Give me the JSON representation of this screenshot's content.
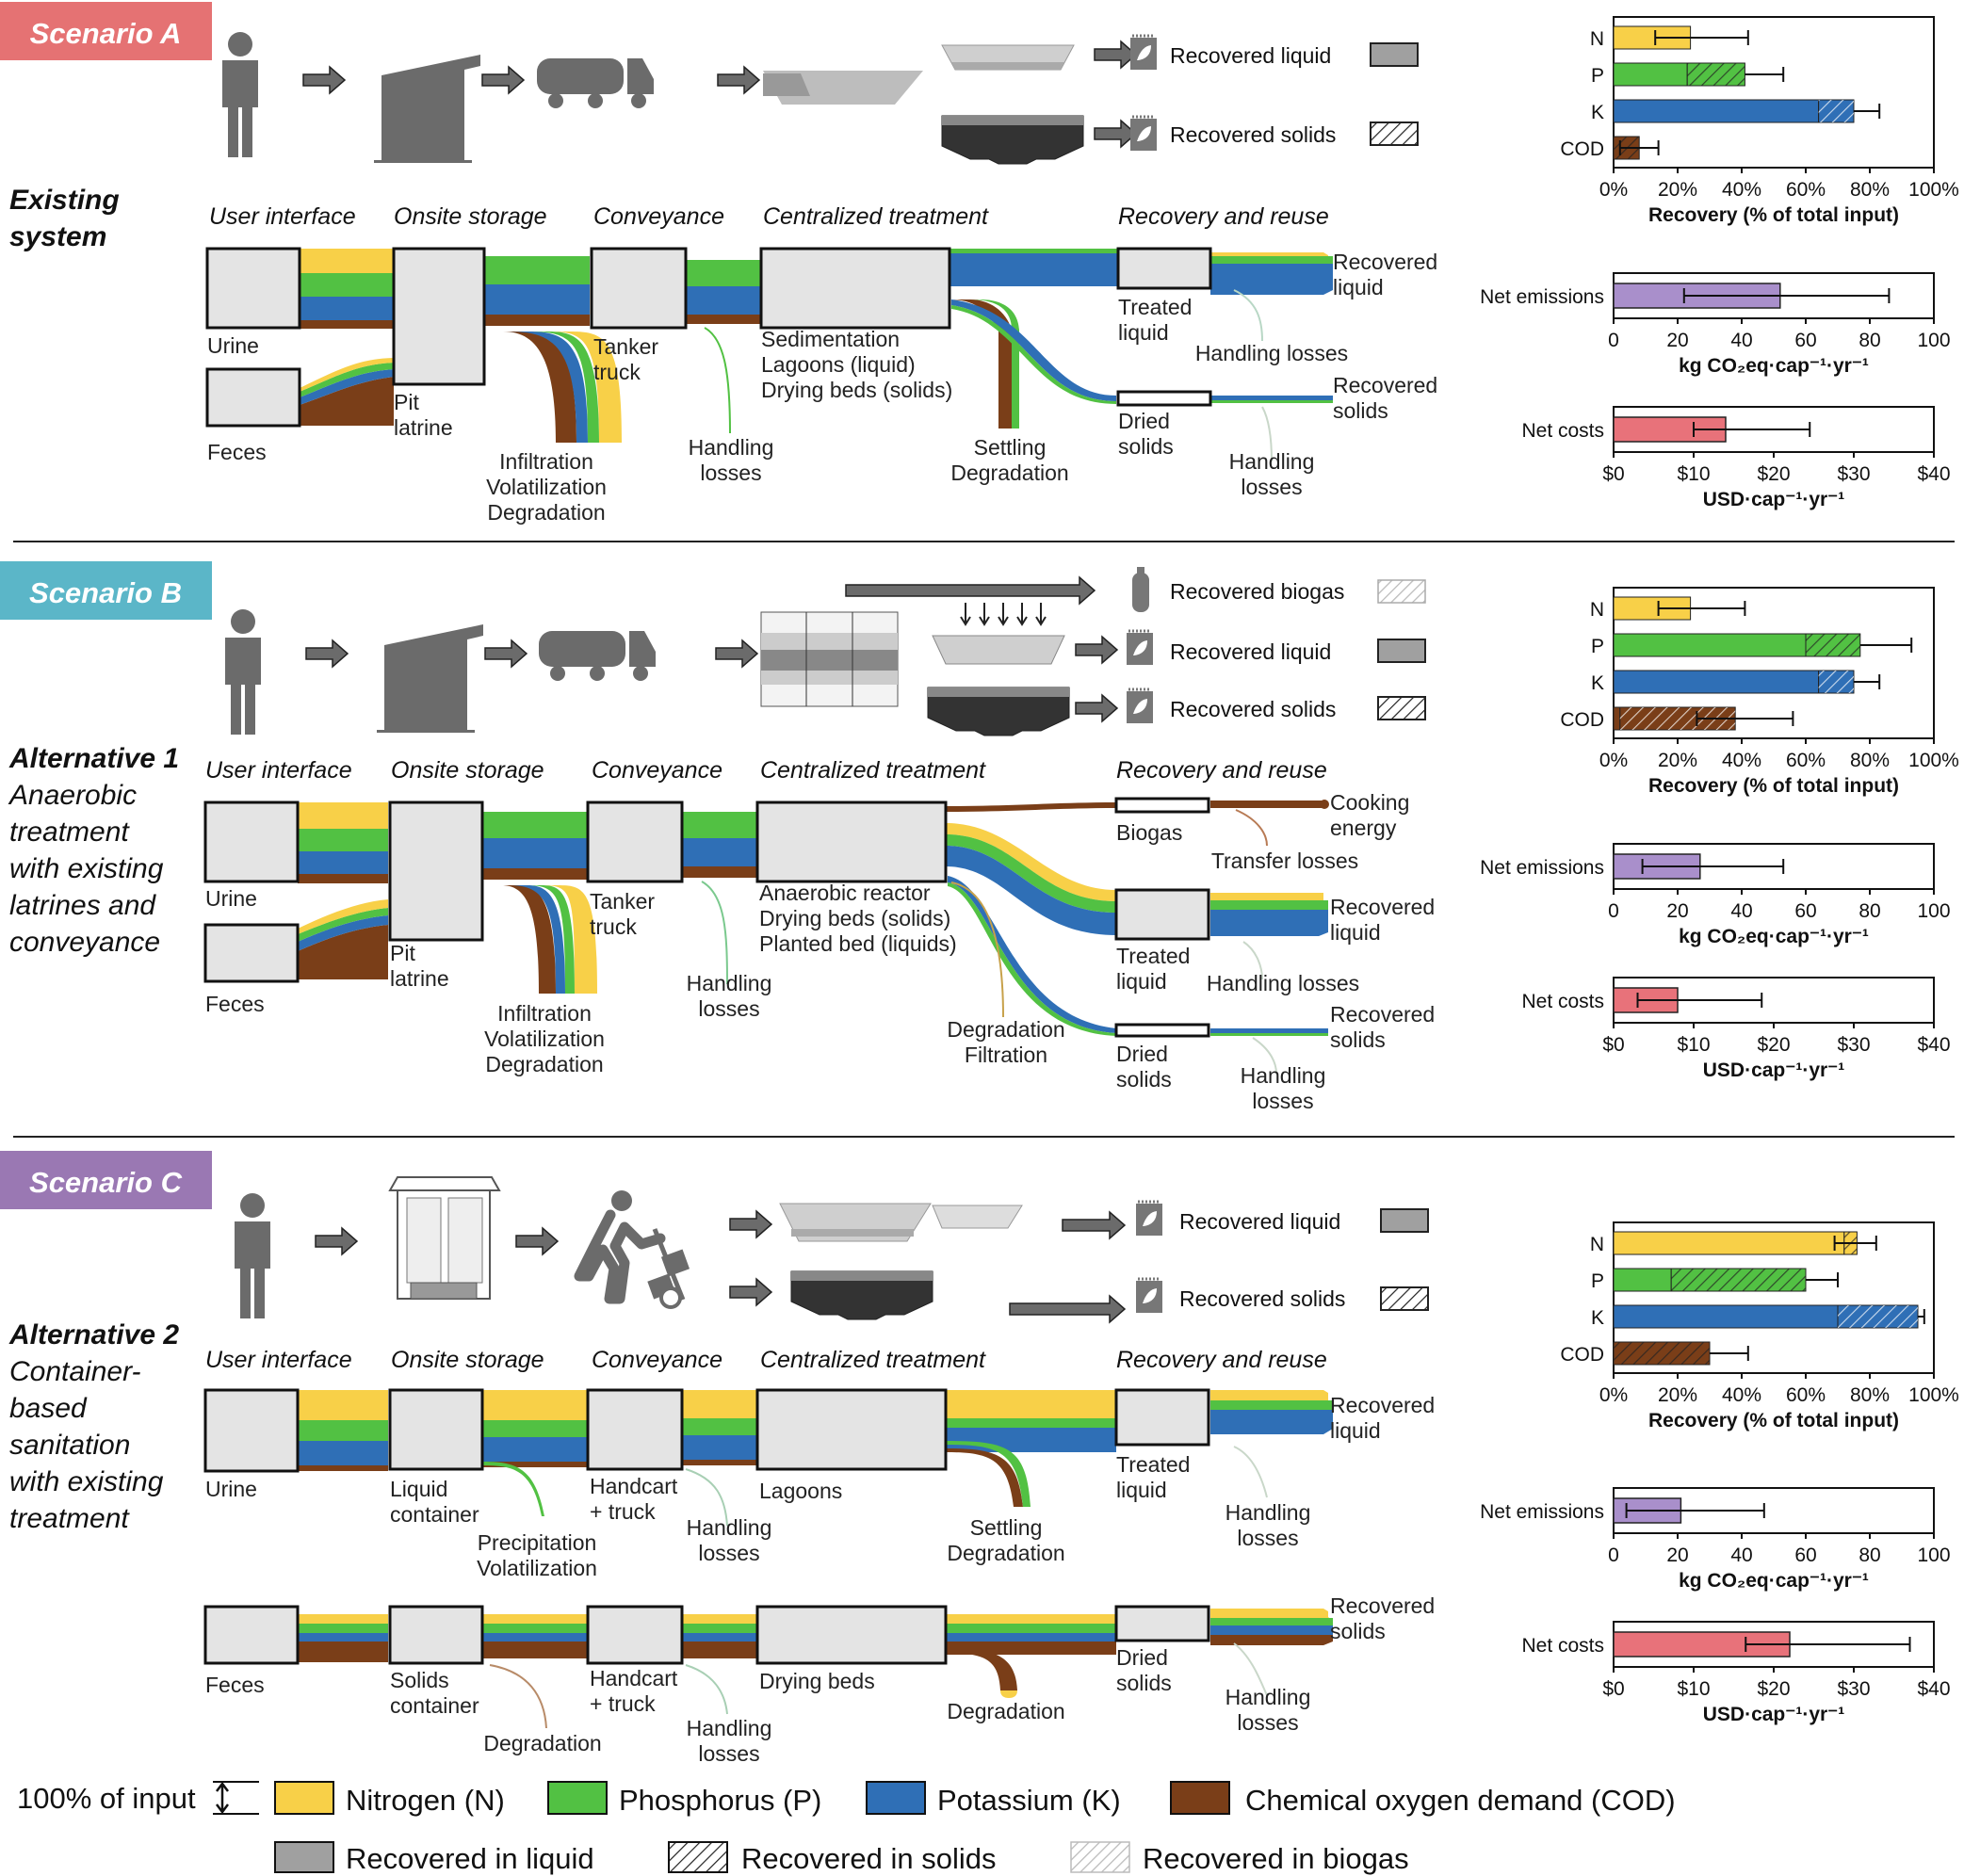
{
  "colors": {
    "N": "#f8d048",
    "P": "#52c143",
    "K": "#2f6fb6",
    "COD": "#7a3e18",
    "box": "#e4e4e4",
    "gray": "#6b6b6b",
    "A": "#e57273",
    "B": "#5bb6c8",
    "C": "#9a78b3",
    "emis": "#a98fcb",
    "cost": "#e8727a"
  },
  "scenarios": [
    {
      "badge": "Scenario A",
      "system": [
        "Existing",
        "system"
      ],
      "system_italic": [],
      "stages": [
        "User interface",
        "Onsite storage",
        "Conveyance",
        "Centralized treatment",
        "Recovery and reuse"
      ],
      "labels": {
        "urine": "Urine",
        "feces": "Feces",
        "storage": [
          "Pit",
          "latrine"
        ],
        "storage_loss": [
          "Infiltration",
          "Volatilization",
          "Degradation"
        ],
        "conv": [
          "Tanker",
          "truck"
        ],
        "conv_loss": [
          "Handling",
          "losses"
        ],
        "treat": [
          "Sedimentation",
          "Lagoons (liquid)",
          "Drying beds (solids)"
        ],
        "treat_loss": [
          "Settling",
          "Degradation"
        ],
        "liq": [
          "Treated",
          "liquid"
        ],
        "liq_loss": "Handling losses",
        "sol": [
          "Dried",
          "solids"
        ],
        "sol_loss": [
          "Handling",
          "losses"
        ],
        "out_liq": [
          "Recovered",
          "liquid"
        ],
        "out_sol": [
          "Recovered",
          "solids"
        ]
      },
      "products": [
        "Recovered liquid",
        "Recovered solids"
      ]
    },
    {
      "badge": "Scenario B",
      "system": [
        "Alternative 1"
      ],
      "system_italic": [
        "Anaerobic",
        "treatment",
        "with existing",
        "latrines and",
        "conveyance"
      ],
      "stages": [
        "User interface",
        "Onsite storage",
        "Conveyance",
        "Centralized treatment",
        "Recovery and reuse"
      ],
      "labels": {
        "urine": "Urine",
        "feces": "Feces",
        "storage": [
          "Pit",
          "latrine"
        ],
        "storage_loss": [
          "Infiltration",
          "Volatilization",
          "Degradation"
        ],
        "conv": [
          "Tanker",
          "truck"
        ],
        "conv_loss": [
          "Handling",
          "losses"
        ],
        "treat": [
          "Anaerobic reactor",
          "Drying beds (solids)",
          "Planted bed (liquids)"
        ],
        "treat_loss": [
          "Degradation",
          "Filtration"
        ],
        "gas": "Biogas",
        "gas_out": [
          "Cooking",
          "energy"
        ],
        "gas_loss": "Transfer losses",
        "liq": [
          "Treated",
          "liquid"
        ],
        "liq_loss": "Handling losses",
        "sol": [
          "Dried",
          "solids"
        ],
        "sol_loss": [
          "Handling",
          "losses"
        ],
        "out_liq": [
          "Recovered",
          "liquid"
        ],
        "out_sol": [
          "Recovered",
          "solids"
        ]
      },
      "products": [
        "Recovered biogas",
        "Recovered liquid",
        "Recovered solids"
      ]
    },
    {
      "badge": "Scenario C",
      "system": [
        "Alternative 2"
      ],
      "system_italic": [
        "Container-",
        "based",
        "sanitation",
        "with existing",
        "treatment"
      ],
      "stages": [
        "User interface",
        "Onsite storage",
        "Conveyance",
        "Centralized treatment",
        "Recovery and reuse"
      ],
      "labels": {
        "urine": "Urine",
        "liq_cont": [
          "Liquid",
          "container"
        ],
        "liq_cont_loss": [
          "Precipitation",
          "Volatilization"
        ],
        "conv": [
          "Handcart",
          "+ truck"
        ],
        "conv_loss": [
          "Handling",
          "losses"
        ],
        "lagoons": "Lagoons",
        "lag_loss": [
          "Settling",
          "Degradation"
        ],
        "liq": [
          "Treated",
          "liquid"
        ],
        "liq_loss": [
          "Handling",
          "losses"
        ],
        "out_liq": [
          "Recovered",
          "liquid"
        ],
        "feces": "Feces",
        "sol_cont": [
          "Solids",
          "container"
        ],
        "sol_cont_loss": "Degradation",
        "beds": "Drying beds",
        "beds_loss": "Degradation",
        "sol": [
          "Dried",
          "solids"
        ],
        "sol_loss": [
          "Handling",
          "losses"
        ],
        "out_sol": [
          "Recovered",
          "solids"
        ]
      },
      "products": [
        "Recovered liquid",
        "Recovered solids"
      ]
    }
  ],
  "chart_data": [
    {
      "scenario": "A",
      "type": "bar",
      "categories": [
        "N",
        "P",
        "K",
        "COD"
      ],
      "series": [
        {
          "name": "Recovered in liquid",
          "values": [
            24,
            23,
            64,
            0
          ]
        },
        {
          "name": "Recovered in solids",
          "values": [
            0,
            18,
            11,
            8
          ]
        }
      ],
      "error_low": [
        13,
        null,
        null,
        2
      ],
      "error_high": [
        42,
        53,
        83,
        14
      ],
      "xlabel": "Recovery (% of total input)",
      "xlim": [
        0,
        100
      ],
      "ticks": [
        "0%",
        "20%",
        "40%",
        "60%",
        "80%",
        "100%"
      ]
    },
    {
      "scenario": "A",
      "type": "bar",
      "categories": [
        "Net emissions"
      ],
      "values": [
        52
      ],
      "error_low": [
        22
      ],
      "error_high": [
        86
      ],
      "xlabel": "kg CO₂eq·cap⁻¹·yr⁻¹",
      "xlim": [
        0,
        100
      ],
      "ticks": [
        "0",
        "20",
        "40",
        "60",
        "80",
        "100"
      ]
    },
    {
      "scenario": "A",
      "type": "bar",
      "categories": [
        "Net costs"
      ],
      "values": [
        14
      ],
      "error_low": [
        10
      ],
      "error_high": [
        24.5
      ],
      "xlabel": "USD·cap⁻¹·yr⁻¹",
      "xlim": [
        0,
        40
      ],
      "ticks": [
        "$0",
        "$10",
        "$20",
        "$30",
        "$40"
      ]
    },
    {
      "scenario": "B",
      "type": "bar",
      "categories": [
        "N",
        "P",
        "K",
        "COD"
      ],
      "series": [
        {
          "name": "Recovered in liquid",
          "values": [
            24,
            60,
            64,
            2
          ]
        },
        {
          "name": "Recovered in solids",
          "values": [
            0,
            17,
            11,
            0
          ]
        },
        {
          "name": "Recovered in biogas",
          "values": [
            0,
            0,
            0,
            36
          ]
        }
      ],
      "error_low": [
        14,
        null,
        null,
        26
      ],
      "error_high": [
        41,
        93,
        83,
        56
      ],
      "xlabel": "Recovery (% of total input)",
      "xlim": [
        0,
        100
      ],
      "ticks": [
        "0%",
        "20%",
        "40%",
        "60%",
        "80%",
        "100%"
      ]
    },
    {
      "scenario": "B",
      "type": "bar",
      "categories": [
        "Net emissions"
      ],
      "values": [
        27
      ],
      "error_low": [
        9
      ],
      "error_high": [
        53
      ],
      "xlabel": "kg CO₂eq·cap⁻¹·yr⁻¹",
      "xlim": [
        0,
        100
      ],
      "ticks": [
        "0",
        "20",
        "40",
        "60",
        "80",
        "100"
      ]
    },
    {
      "scenario": "B",
      "type": "bar",
      "categories": [
        "Net costs"
      ],
      "values": [
        8
      ],
      "error_low": [
        3
      ],
      "error_high": [
        18.5
      ],
      "xlabel": "USD·cap⁻¹·yr⁻¹",
      "xlim": [
        0,
        40
      ],
      "ticks": [
        "$0",
        "$10",
        "$20",
        "$30",
        "$40"
      ]
    },
    {
      "scenario": "C",
      "type": "bar",
      "categories": [
        "N",
        "P",
        "K",
        "COD"
      ],
      "series": [
        {
          "name": "Recovered in liquid",
          "values": [
            72,
            18,
            70,
            0
          ]
        },
        {
          "name": "Recovered in solids",
          "values": [
            4,
            42,
            25,
            30
          ]
        }
      ],
      "error_low": [
        69,
        null,
        null,
        null
      ],
      "error_high": [
        82,
        70,
        97,
        42
      ],
      "xlabel": "Recovery (% of total input)",
      "xlim": [
        0,
        100
      ],
      "ticks": [
        "0%",
        "20%",
        "40%",
        "60%",
        "80%",
        "100%"
      ]
    },
    {
      "scenario": "C",
      "type": "bar",
      "categories": [
        "Net emissions"
      ],
      "values": [
        21
      ],
      "error_low": [
        4
      ],
      "error_high": [
        47
      ],
      "xlabel": "kg CO₂eq·cap⁻¹·yr⁻¹",
      "xlim": [
        0,
        100
      ],
      "ticks": [
        "0",
        "20",
        "40",
        "60",
        "80",
        "100"
      ]
    },
    {
      "scenario": "C",
      "type": "bar",
      "categories": [
        "Net costs"
      ],
      "values": [
        22
      ],
      "error_low": [
        16.5
      ],
      "error_high": [
        37
      ],
      "xlabel": "USD·cap⁻¹·yr⁻¹",
      "xlim": [
        0,
        40
      ],
      "ticks": [
        "$0",
        "$10",
        "$20",
        "$30",
        "$40"
      ]
    }
  ],
  "legend": {
    "scale": "100% of input",
    "items": [
      "Nitrogen (N)",
      "Phosphorus (P)",
      "Potassium (K)",
      "Chemical oxygen demand (COD)"
    ],
    "patterns": [
      "Recovered in liquid",
      "Recovered in solids",
      "Recovered in biogas"
    ]
  }
}
